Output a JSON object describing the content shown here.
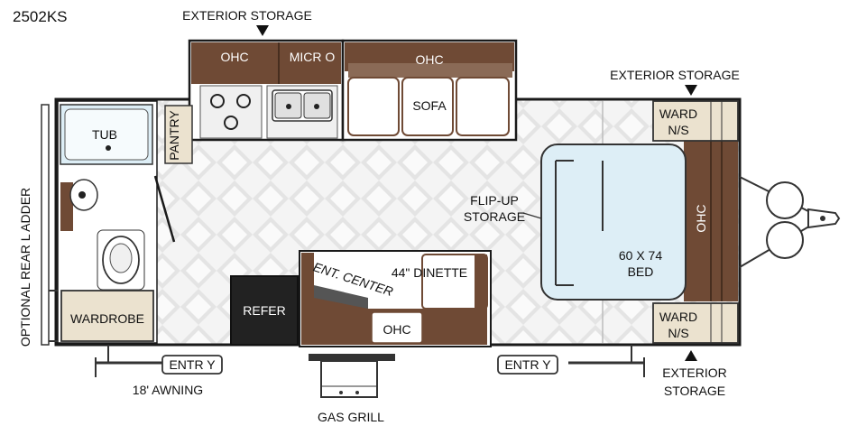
{
  "model": "2502KS",
  "labels": {
    "exterior_storage_top": "EXTERIOR  STORAGE",
    "exterior_storage_right": "EXTERIOR  STORAGE",
    "exterior_storage_bottom_1": "EXTERIOR",
    "exterior_storage_bottom_2": "STORAGE",
    "ohc_kitchen": "OHC",
    "micro": "MICR O",
    "ohc_sofa": "OHC",
    "sofa": "SOFA",
    "tub": "TUB",
    "pantry": "PANTRY",
    "ward_top_1": "WARD",
    "ward_top_2": "N/S",
    "ward_bottom_1": "WARD",
    "ward_bottom_2": "N/S",
    "flip_up_1": "FLIP-UP",
    "flip_up_2": "STORAGE",
    "ohc_bed": "OHC",
    "bed_size": "60 X 74",
    "bed": "BED",
    "dinette": "44\" DINETTE",
    "ent_center": "ENT. CENTER",
    "ohc_dinette": "OHC",
    "refer": "REFER",
    "wardrobe": "WARDROBE",
    "rear_ladder": "OPTIONAL REAR L ADDER",
    "entry_left": "ENTR Y",
    "entry_right": "ENTR Y",
    "awning": "18' AWNING",
    "gas_grill": "GAS GRILL"
  },
  "colors": {
    "brown": "#6f4a35",
    "light_blue": "#ddeef6",
    "beige": "#ebe2cf",
    "dark": "#222222",
    "outline": "#1a1a1a"
  }
}
